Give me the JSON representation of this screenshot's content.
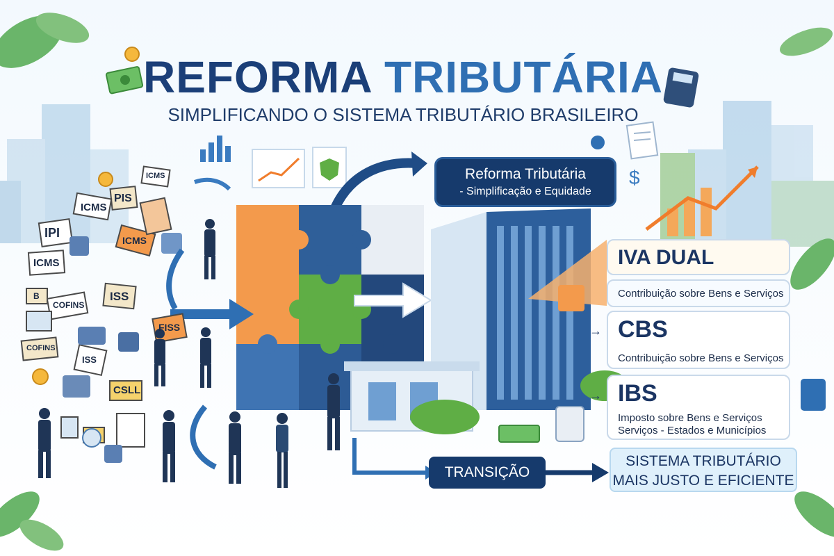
{
  "header": {
    "title_part1": "REFORMA",
    "title_part2": "TRIBUTÁRIA",
    "subtitle": "SIMPLIFICANDO O SISTEMA TRIBUTÁRIO BRASILEIRO"
  },
  "reform_box": {
    "line1": "Reforma Tributária",
    "line2": "- Simplificação e Equidade"
  },
  "cards": {
    "iva": {
      "title": "IVA DUAL",
      "subtitle": "Contribuição sobre Bens e Serviços"
    },
    "cbs": {
      "title": "CBS",
      "subtitle": "Contribuição sobre Bens e Serviços"
    },
    "ibs": {
      "title": "IBS",
      "subtitle_line1": "Imposto sobre Bens e Serviços",
      "subtitle_line2": "Serviços - Estados e Municípios"
    }
  },
  "transition": {
    "label": "TRANSIÇÃO"
  },
  "final_box": {
    "line1": "SISTEMA TRIBUTÁRIO",
    "line2": "MAIS JUSTO E EFICIENTE"
  },
  "old_taxes": [
    "PIS",
    "ICMS",
    "IPI",
    "ICMS",
    "ICMS",
    "ISS",
    "COFINS",
    "COFINS",
    "ISS",
    "FISS",
    "CSLL",
    "ICMS",
    "B"
  ],
  "colors": {
    "navy": "#163a6c",
    "blue": "#2f6fb3",
    "orange": "#f39a4c",
    "green": "#5fae45",
    "sky": "#dff0fb"
  }
}
